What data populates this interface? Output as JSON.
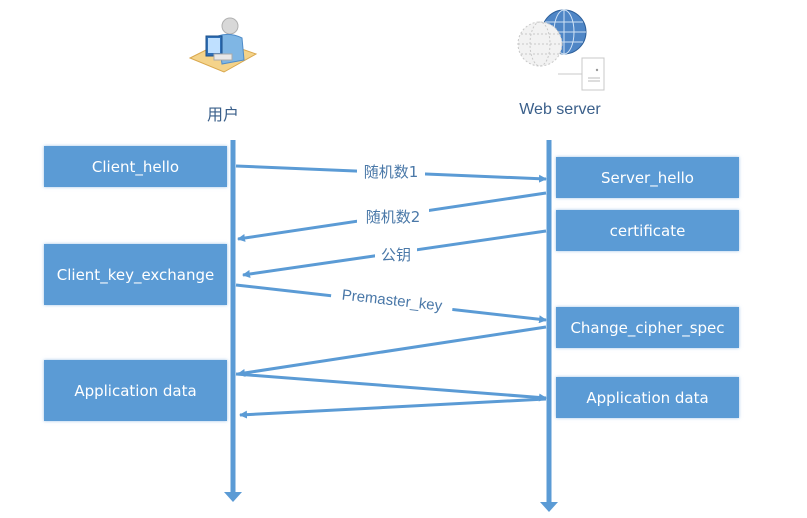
{
  "actors": {
    "client": {
      "label": "用户",
      "icon": "user-at-computer-icon"
    },
    "server": {
      "label": "Web server",
      "icon": "globe-server-icon"
    }
  },
  "colors": {
    "accent": "#5b9bd5",
    "label_text": "#4a78a8",
    "box_text": "#ffffff"
  },
  "client_steps": [
    "Client_hello",
    "Client_key_exchange",
    "Application data"
  ],
  "server_steps": [
    "Server_hello",
    "certificate",
    "Change_cipher_spec",
    "Application data"
  ],
  "messages": [
    {
      "from": "client",
      "to": "server",
      "label": "随机数1"
    },
    {
      "from": "server",
      "to": "client",
      "label": "随机数2"
    },
    {
      "from": "server",
      "to": "client",
      "label": "公钥"
    },
    {
      "from": "client",
      "to": "server",
      "label": "Premaster_key"
    },
    {
      "from": "server",
      "to": "client",
      "label": ""
    },
    {
      "from": "client",
      "to": "server",
      "label": ""
    },
    {
      "from": "server",
      "to": "client",
      "label": ""
    }
  ]
}
